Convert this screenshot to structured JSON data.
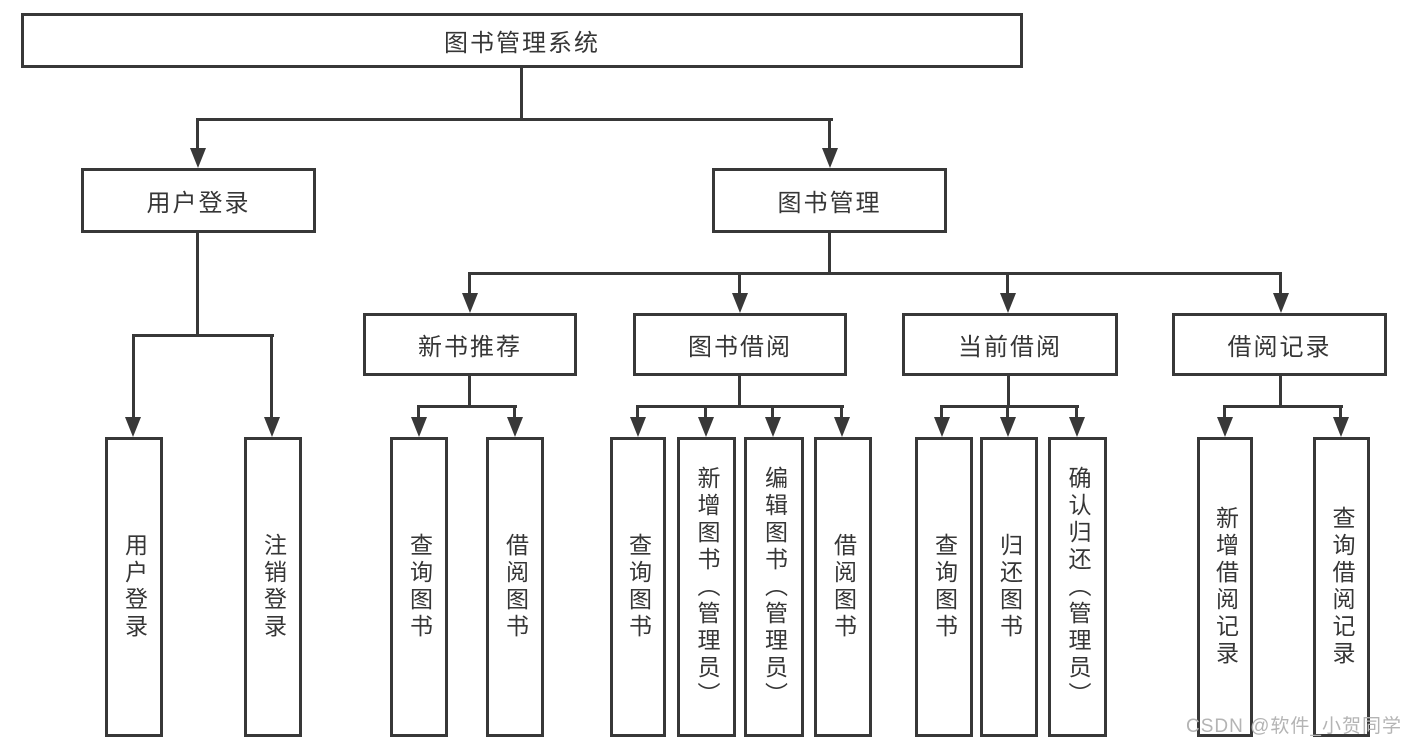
{
  "title": "图书管理系统",
  "tree": {
    "root": {
      "label": "图书管理系统"
    },
    "l2": [
      {
        "label": "用户登录",
        "children": [
          {
            "label": "用户登录"
          },
          {
            "label": "注销登录"
          }
        ]
      },
      {
        "label": "图书管理",
        "children": [
          {
            "label": "新书推荐",
            "children": [
              {
                "label": "查询图书"
              },
              {
                "label": "借阅图书"
              }
            ]
          },
          {
            "label": "图书借阅",
            "children": [
              {
                "label": "查询图书"
              },
              {
                "label": "新增图书（管理员）"
              },
              {
                "label": "编辑图书（管理员）"
              },
              {
                "label": "借阅图书"
              }
            ]
          },
          {
            "label": "当前借阅",
            "children": [
              {
                "label": "查询图书"
              },
              {
                "label": "归还图书"
              },
              {
                "label": "确认归还（管理员）"
              }
            ]
          },
          {
            "label": "借阅记录",
            "children": [
              {
                "label": "新增借阅记录"
              },
              {
                "label": "查询借阅记录"
              }
            ]
          }
        ]
      }
    ]
  },
  "watermark": {
    "text": "CSDN @软件_小贺同学"
  },
  "colors": {
    "line": "#383838",
    "text": "#363636",
    "watermark": "#b4b4b4",
    "background": "#ffffff"
  }
}
